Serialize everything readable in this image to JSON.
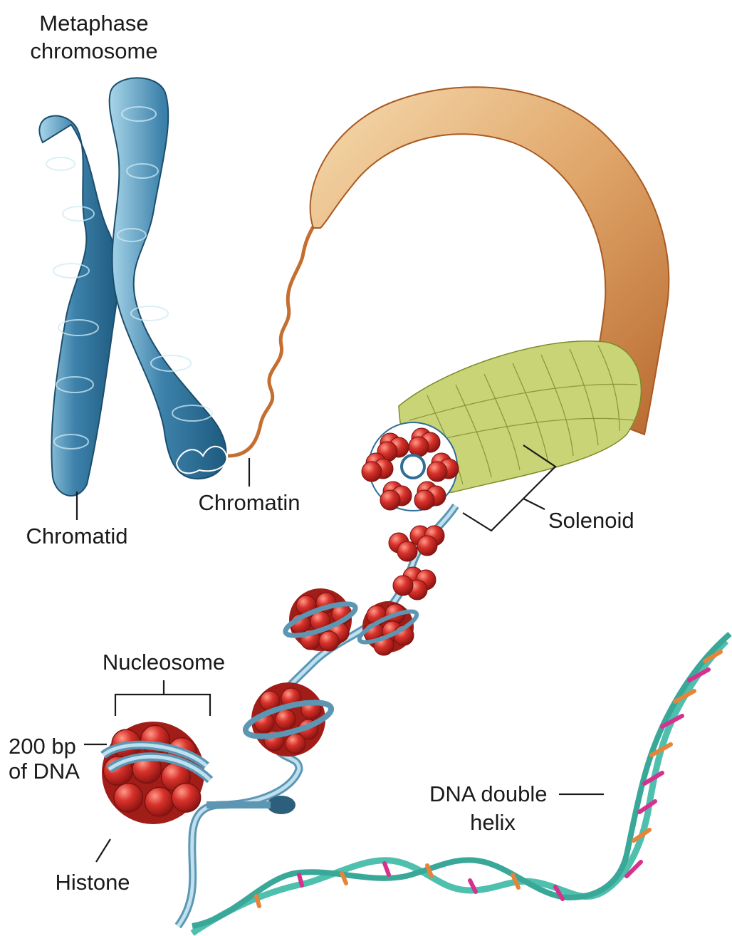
{
  "labels": {
    "metaphase_line1": "Metaphase",
    "metaphase_line2": "chromosome",
    "chromatid": "Chromatid",
    "chromatin": "Chromatin",
    "solenoid": "Solenoid",
    "nucleosome": "Nucleosome",
    "dna_length_line1": "200 bp",
    "dna_length_line2": "of DNA",
    "histone": "Histone",
    "helix_line1": "DNA double",
    "helix_line2": "helix"
  },
  "colors": {
    "chromosome": "#2f6f97",
    "chromosome_light": "#9fd0e6",
    "chromatin_fiber": "#c9783a",
    "fiber_light": "#f2d3a4",
    "solenoid_coil": "#b8c55a",
    "histone": "#d8322b",
    "dna_strand": "#6aa8c4",
    "helix_backbone": "#4fbfae",
    "base_pink": "#d6318f",
    "base_orange": "#e6843a"
  }
}
